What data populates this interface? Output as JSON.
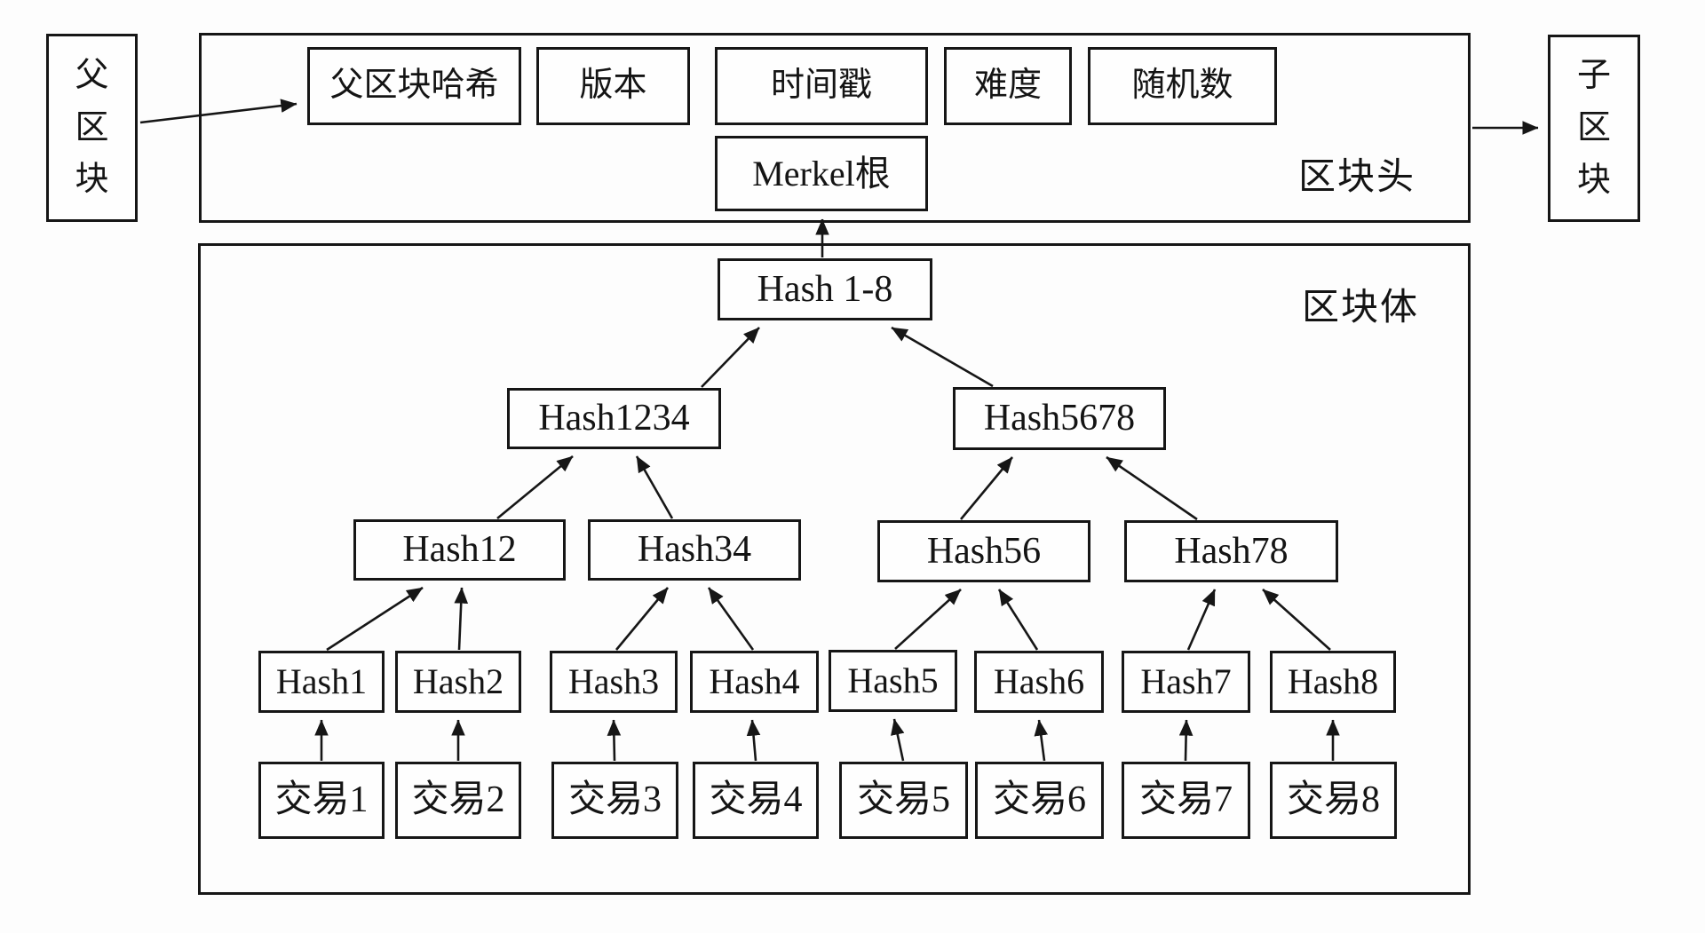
{
  "blocks": {
    "parent": "父区块",
    "child": "子区块"
  },
  "header": {
    "label": "区块头",
    "parent_hash": "父区块哈希",
    "version": "版本",
    "timestamp": "时间戳",
    "difficulty": "难度",
    "nonce": "随机数",
    "merkle_root": "Merkel根"
  },
  "body": {
    "label": "区块体",
    "root": "Hash 1-8",
    "level2": [
      "Hash1234",
      "Hash5678"
    ],
    "level1": [
      "Hash12",
      "Hash34",
      "Hash56",
      "Hash78"
    ],
    "leaf_hashes": [
      "Hash1",
      "Hash2",
      "Hash3",
      "Hash4",
      "Hash5",
      "Hash6",
      "Hash7",
      "Hash8"
    ],
    "transactions": [
      "交易1",
      "交易2",
      "交易3",
      "交易4",
      "交易5",
      "交易6",
      "交易7",
      "交易8"
    ]
  },
  "colors": {
    "line": "#161616",
    "background": "#fdfdfd",
    "box_background": "#fefefe"
  }
}
